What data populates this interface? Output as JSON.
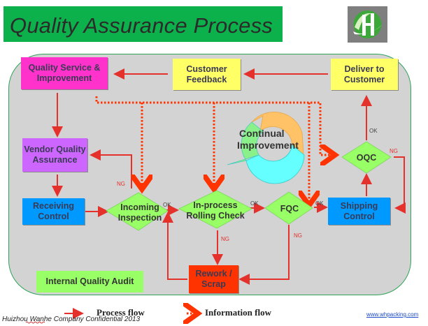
{
  "header": {
    "title": "Quality Assurance Process",
    "logo": "wanhe-logo-icon"
  },
  "nodes": {
    "quality_service": {
      "label": "Quality Service & Improvement",
      "color": "#ff33cc"
    },
    "customer_feedback": {
      "label": "Customer Feedback",
      "color": "#ffff66"
    },
    "deliver_to_customer": {
      "label": "Deliver to Customer",
      "color": "#ffff66"
    },
    "vendor_quality": {
      "label": "Vendor Quality Assurance",
      "color": "#cc66ff"
    },
    "receiving_control": {
      "label": "Receiving Control",
      "color": "#0099ff"
    },
    "incoming_inspection": {
      "label": "Incoming Inspection",
      "color": "#99ff66"
    },
    "inprocess_check": {
      "label": "In-process Rolling Check",
      "color": "#99ff66"
    },
    "fqc": {
      "label": "FQC",
      "color": "#99ff66"
    },
    "oqc": {
      "label": "OQC",
      "color": "#99ff66"
    },
    "shipping_control": {
      "label": "Shipping Control",
      "color": "#0099ff"
    },
    "rework_scrap": {
      "label": "Rework / Scrap",
      "color": "#ff3300"
    },
    "internal_audit": {
      "label": "Internal Quality Audit",
      "color": "#99ff66"
    }
  },
  "cycle": {
    "label_line1": "Continual",
    "label_line2": "Improvement",
    "colors": [
      "#ffc266",
      "#66ffff",
      "#8af08a"
    ]
  },
  "flags": {
    "ok": "OK",
    "ng": "NG"
  },
  "colors": {
    "process_flow": "#e4312c",
    "panel_bg": "#d3d3d3",
    "title_bar": "#0db14b"
  },
  "legend": {
    "process_flow": "Process flow",
    "information_flow": "Information flow"
  },
  "footer": {
    "company": "Huizhou Wanhe Company Confidential 2013",
    "website": "www.whpacking.com"
  }
}
